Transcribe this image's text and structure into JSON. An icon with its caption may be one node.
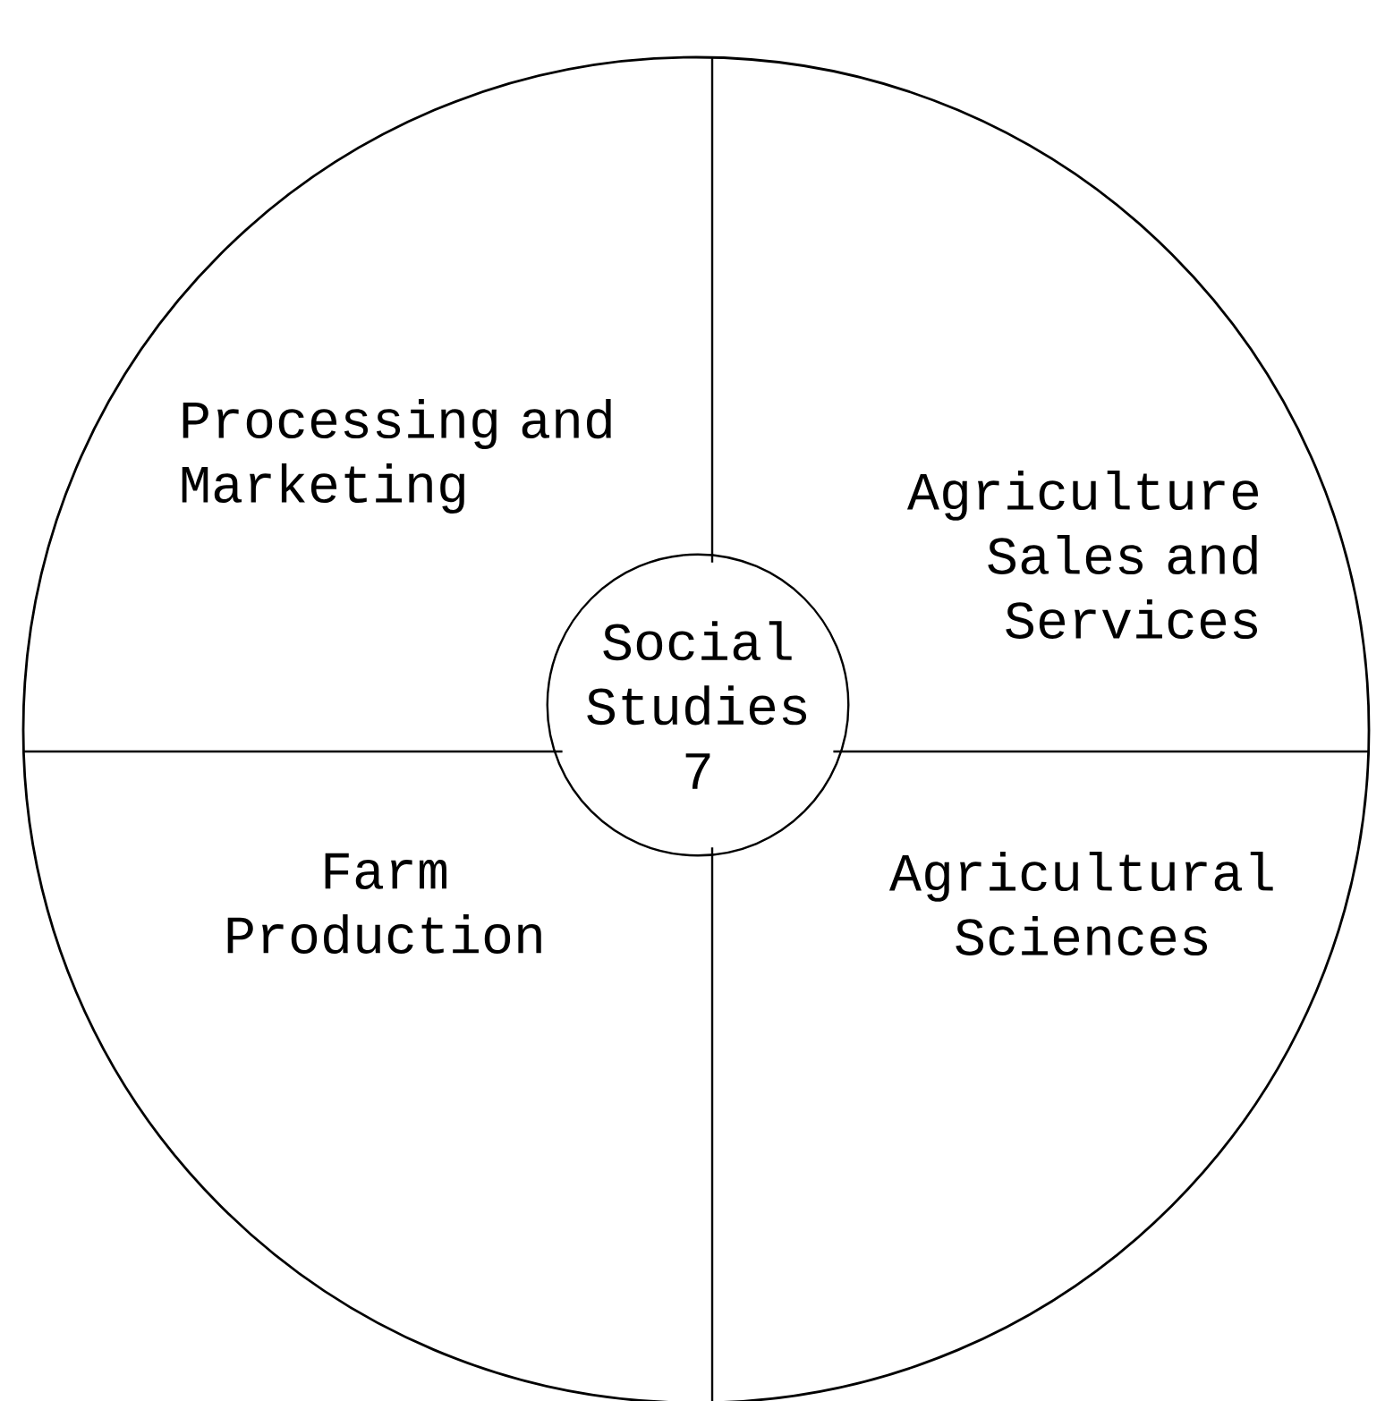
{
  "diagram": {
    "nodes": [
      {
        "text": [],
        "shape": "circle"
      },
      {
        "text": [
          "Processing and Marketing"
        ],
        "in": 0
      },
      {
        "text": [
          "Agriculture Sales and Services"
        ],
        "in": 0
      },
      {
        "text": [
          "Social Studies 7"
        ],
        "in": 0
      },
      {
        "text": [
          "Farm Production"
        ],
        "in": 0
      },
      {
        "text": [
          "Agricultural Sciences"
        ],
        "in": 0
      }
    ],
    "edges": []
  }
}
